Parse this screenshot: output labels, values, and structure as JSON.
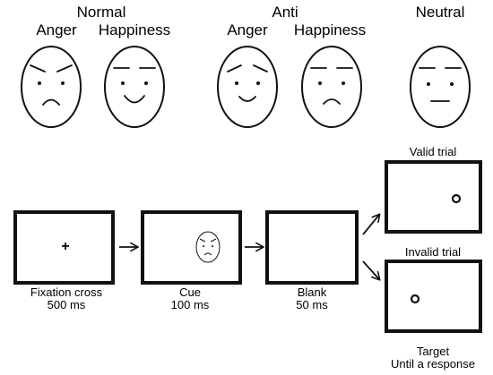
{
  "faces": {
    "normal_label": "Normal",
    "anti_label": "Anti",
    "neutral_label": "Neutral",
    "normal_anger": "Anger",
    "normal_happiness": "Happiness",
    "anti_anger": "Anger",
    "anti_happiness": "Happiness"
  },
  "trial": {
    "fixation_label": "Fixation cross",
    "fixation_time": "500 ms",
    "fixation_symbol": "+",
    "cue_label": "Cue",
    "cue_time": "100 ms",
    "blank_label": "Blank",
    "blank_time": "50 ms",
    "valid_label": "Valid trial",
    "invalid_label": "Invalid trial",
    "target_label": "Target",
    "target_time": "Until a response"
  }
}
